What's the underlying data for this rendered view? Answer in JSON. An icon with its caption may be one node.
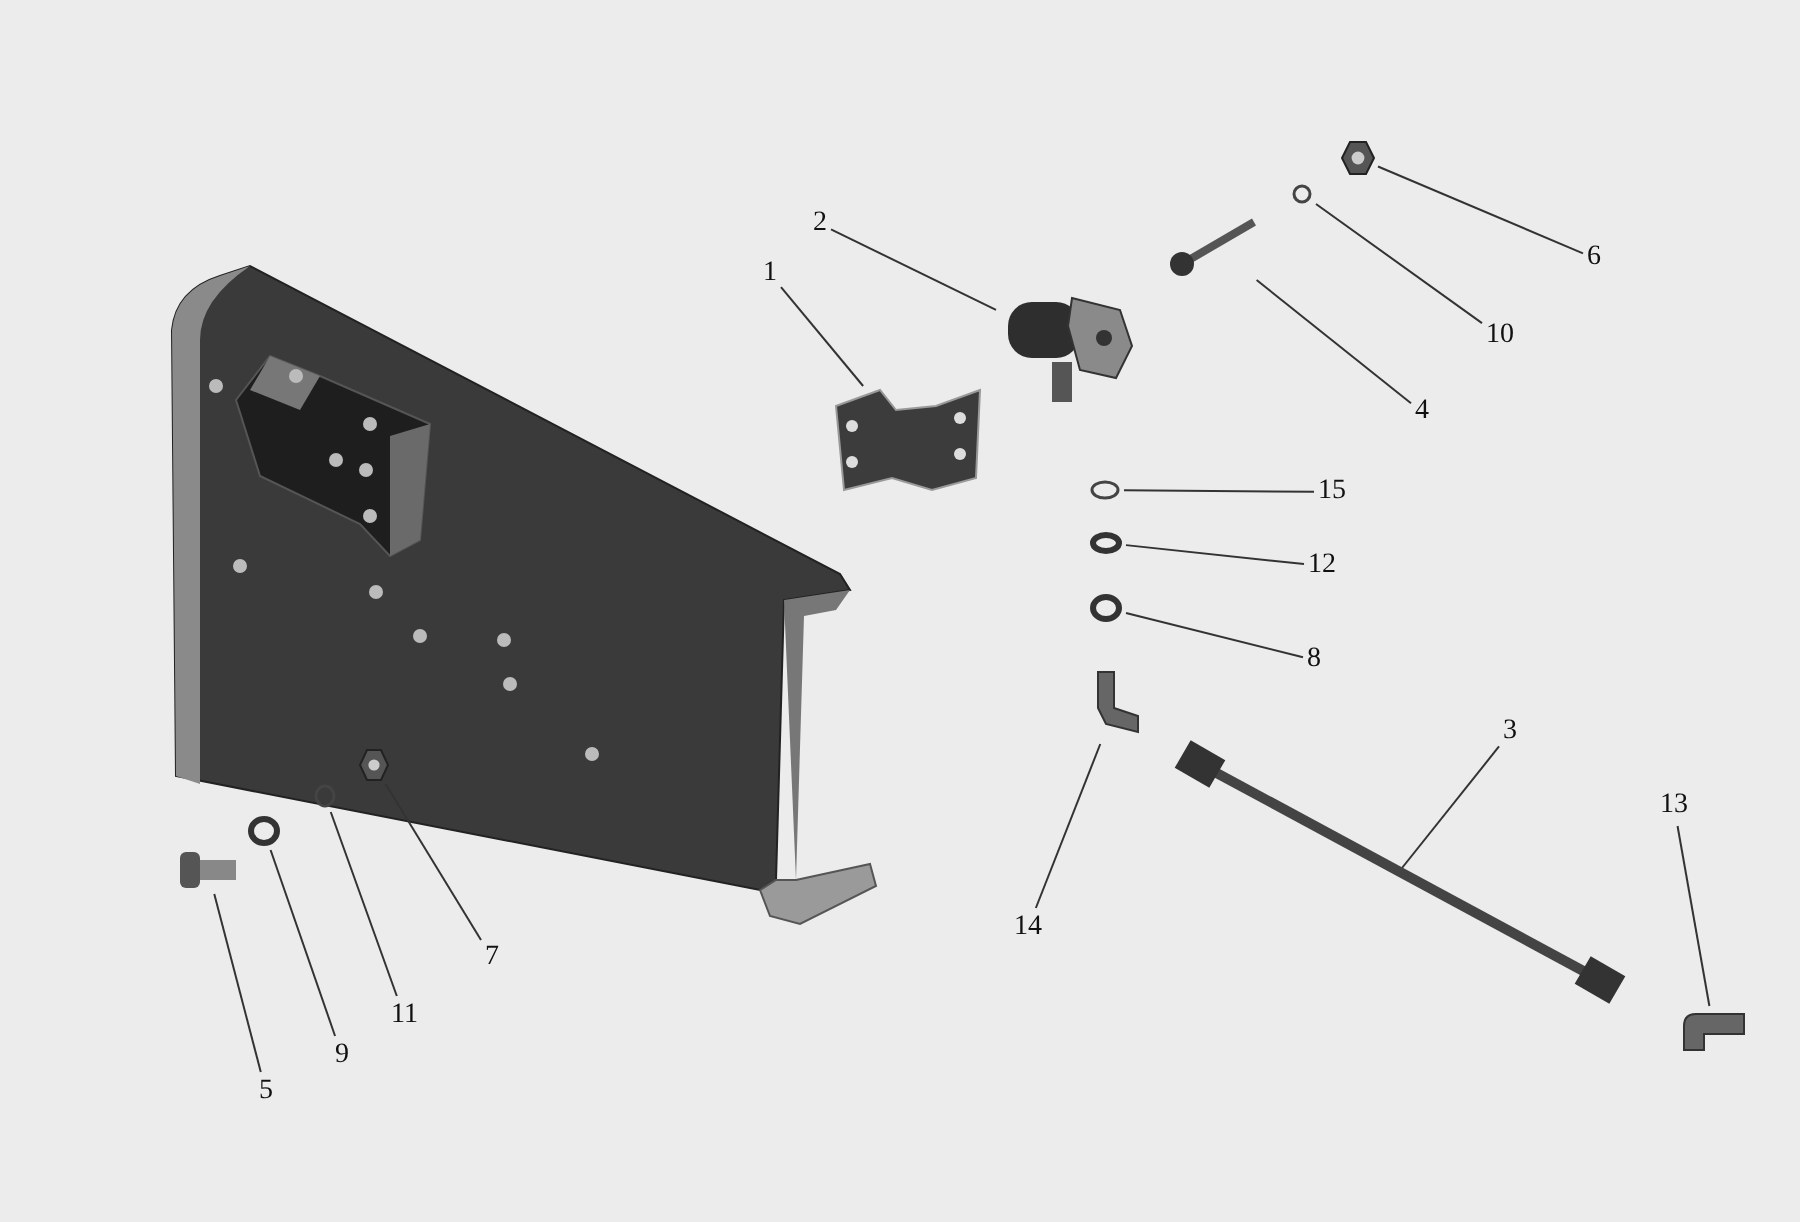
{
  "diagram": {
    "nodes": [
      {
        "text": [
          "1"
        ]
      },
      {
        "text": [
          "2"
        ]
      },
      {
        "text": [
          "3"
        ]
      },
      {
        "text": [
          "4"
        ]
      },
      {
        "text": [
          "5"
        ]
      },
      {
        "text": [
          "6"
        ]
      },
      {
        "text": [
          "7"
        ]
      },
      {
        "text": [
          "8"
        ]
      },
      {
        "text": [
          "9"
        ]
      },
      {
        "text": [
          "10"
        ]
      },
      {
        "text": [
          "11"
        ]
      },
      {
        "text": [
          "12"
        ]
      },
      {
        "text": [
          "13"
        ]
      },
      {
        "text": [
          "14"
        ]
      },
      {
        "text": [
          "15"
        ]
      },
      {
        "text": [],
        "shape": "picture"
      },
      {
        "text": [],
        "shape": "picture"
      },
      {
        "text": [],
        "shape": "picture"
      },
      {
        "text": [],
        "shape": "picture"
      },
      {
        "text": [],
        "shape": "picture"
      },
      {
        "text": [],
        "shape": "picture"
      },
      {
        "text": [],
        "shape": "picture"
      },
      {
        "text": [],
        "shape": "circle"
      },
      {
        "text": [],
        "shape": "circle"
      },
      {
        "text": [],
        "shape": "circle"
      },
      {
        "text": [],
        "shape": "circle"
      },
      {
        "text": [],
        "shape": "circle"
      },
      {
        "text": [],
        "shape": "picture"
      },
      {
        "text": [],
        "shape": "picture"
      },
      {
        "text": [],
        "shape": "circle"
      }
    ],
    "edges": [
      {
        "from": 0,
        "to": 15,
        "arrow": "none"
      },
      {
        "from": 1,
        "to": 16,
        "arrow": "none"
      },
      {
        "from": 2,
        "to": 17,
        "arrow": "none"
      },
      {
        "from": 3,
        "to": 18,
        "arrow": "none"
      },
      {
        "from": 4,
        "to": 19,
        "arrow": "none"
      },
      {
        "from": 5,
        "to": 20,
        "arrow": "none"
      },
      {
        "from": 6,
        "to": 21,
        "arrow": "none"
      },
      {
        "from": 7,
        "to": 22,
        "arrow": "none"
      },
      {
        "from": 8,
        "to": 23,
        "arrow": "none"
      },
      {
        "from": 9,
        "to": 24,
        "arrow": "none"
      },
      {
        "from": 10,
        "to": 25,
        "arrow": "none"
      },
      {
        "from": 11,
        "to": 26,
        "arrow": "none"
      },
      {
        "from": 12,
        "to": 27,
        "arrow": "none"
      },
      {
        "from": 13,
        "to": 28,
        "arrow": "none"
      },
      {
        "from": 14,
        "to": 29,
        "arrow": "none"
      }
    ]
  }
}
